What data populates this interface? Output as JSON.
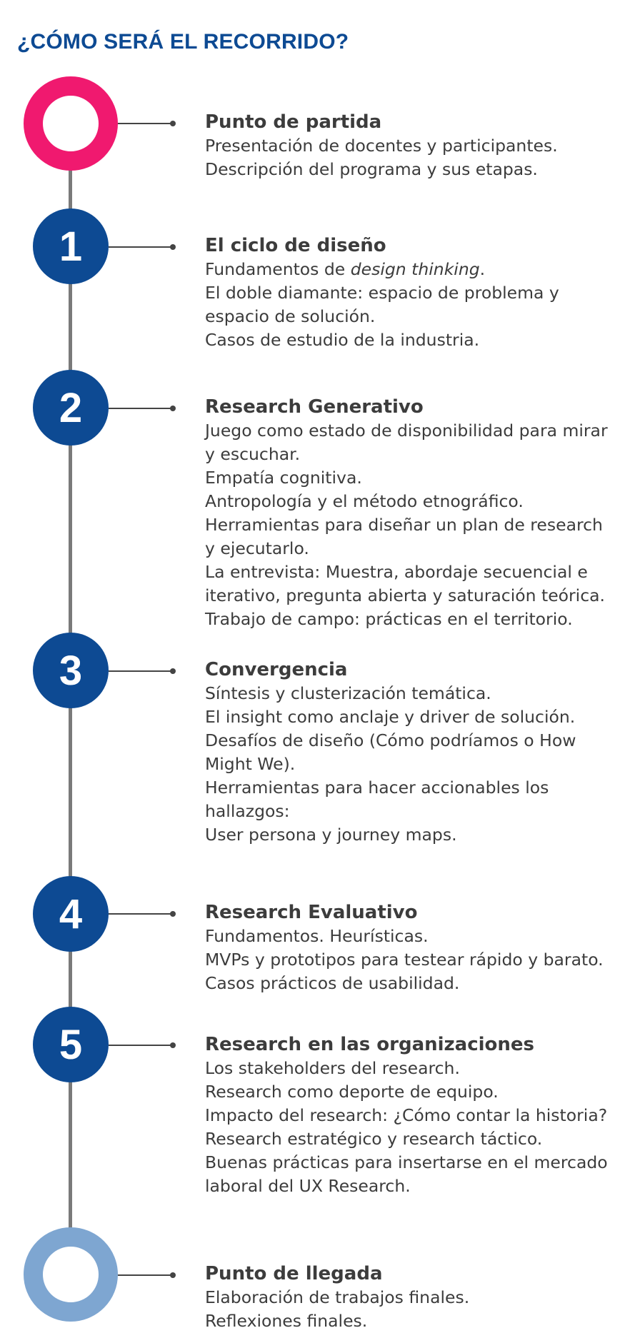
{
  "title": "¿CÓMO SERÁ EL RECORRIDO?",
  "colors": {
    "title": "#0d4a93",
    "start_ring": "#f0196f",
    "end_ring": "#7ea6d1",
    "number_circle": "#0d4a93",
    "timeline": "#7a7a7a",
    "text": "#3c3c3c"
  },
  "steps": [
    {
      "marker": "",
      "heading": "Punto de partida",
      "lines": [
        "Presentación de docentes y participantes.",
        "Descripción del programa y sus etapas."
      ]
    },
    {
      "marker": "1",
      "heading": "El ciclo de diseño",
      "lines": [
        "Fundamentos de ",
        "El doble diamante: espacio de problema y",
        "espacio de solución.",
        "Casos de estudio de la industria."
      ],
      "italic_suffix": "design thinking",
      "suffix_tail": "."
    },
    {
      "marker": "2",
      "heading": "Research Generativo",
      "lines": [
        "Juego como estado de disponibilidad para mirar",
        "y escuchar.",
        "Empatía cognitiva.",
        "Antropología y el método etnográfico.",
        "Herramientas para diseñar un plan de research",
        "y ejecutarlo.",
        "La entrevista: Muestra, abordaje secuencial e",
        "iterativo, pregunta abierta y saturación teórica.",
        "Trabajo de campo: prácticas en el territorio."
      ]
    },
    {
      "marker": "3",
      "heading": "Convergencia",
      "lines": [
        "Síntesis y clusterización temática.",
        "El insight como anclaje y driver de solución.",
        "Desafíos de diseño (Cómo podríamos o How",
        "Might We).",
        "Herramientas para hacer accionables los",
        "hallazgos:",
        "User persona y journey maps."
      ]
    },
    {
      "marker": "4",
      "heading": "Research Evaluativo",
      "lines": [
        "Fundamentos. Heurísticas.",
        "MVPs y prototipos para testear rápido y barato.",
        "Casos prácticos de usabilidad."
      ]
    },
    {
      "marker": "5",
      "heading": "Research en las organizaciones",
      "lines": [
        "Los stakeholders del research.",
        "Research como deporte de equipo.",
        "Impacto del research: ¿Cómo contar la historia?",
        "Research estratégico y research táctico.",
        "Buenas prácticas para insertarse en el mercado",
        "laboral del UX Research."
      ]
    },
    {
      "marker": "",
      "heading": "Punto de llegada",
      "lines": [
        "Elaboración de trabajos finales.",
        "Reflexiones finales."
      ]
    }
  ]
}
